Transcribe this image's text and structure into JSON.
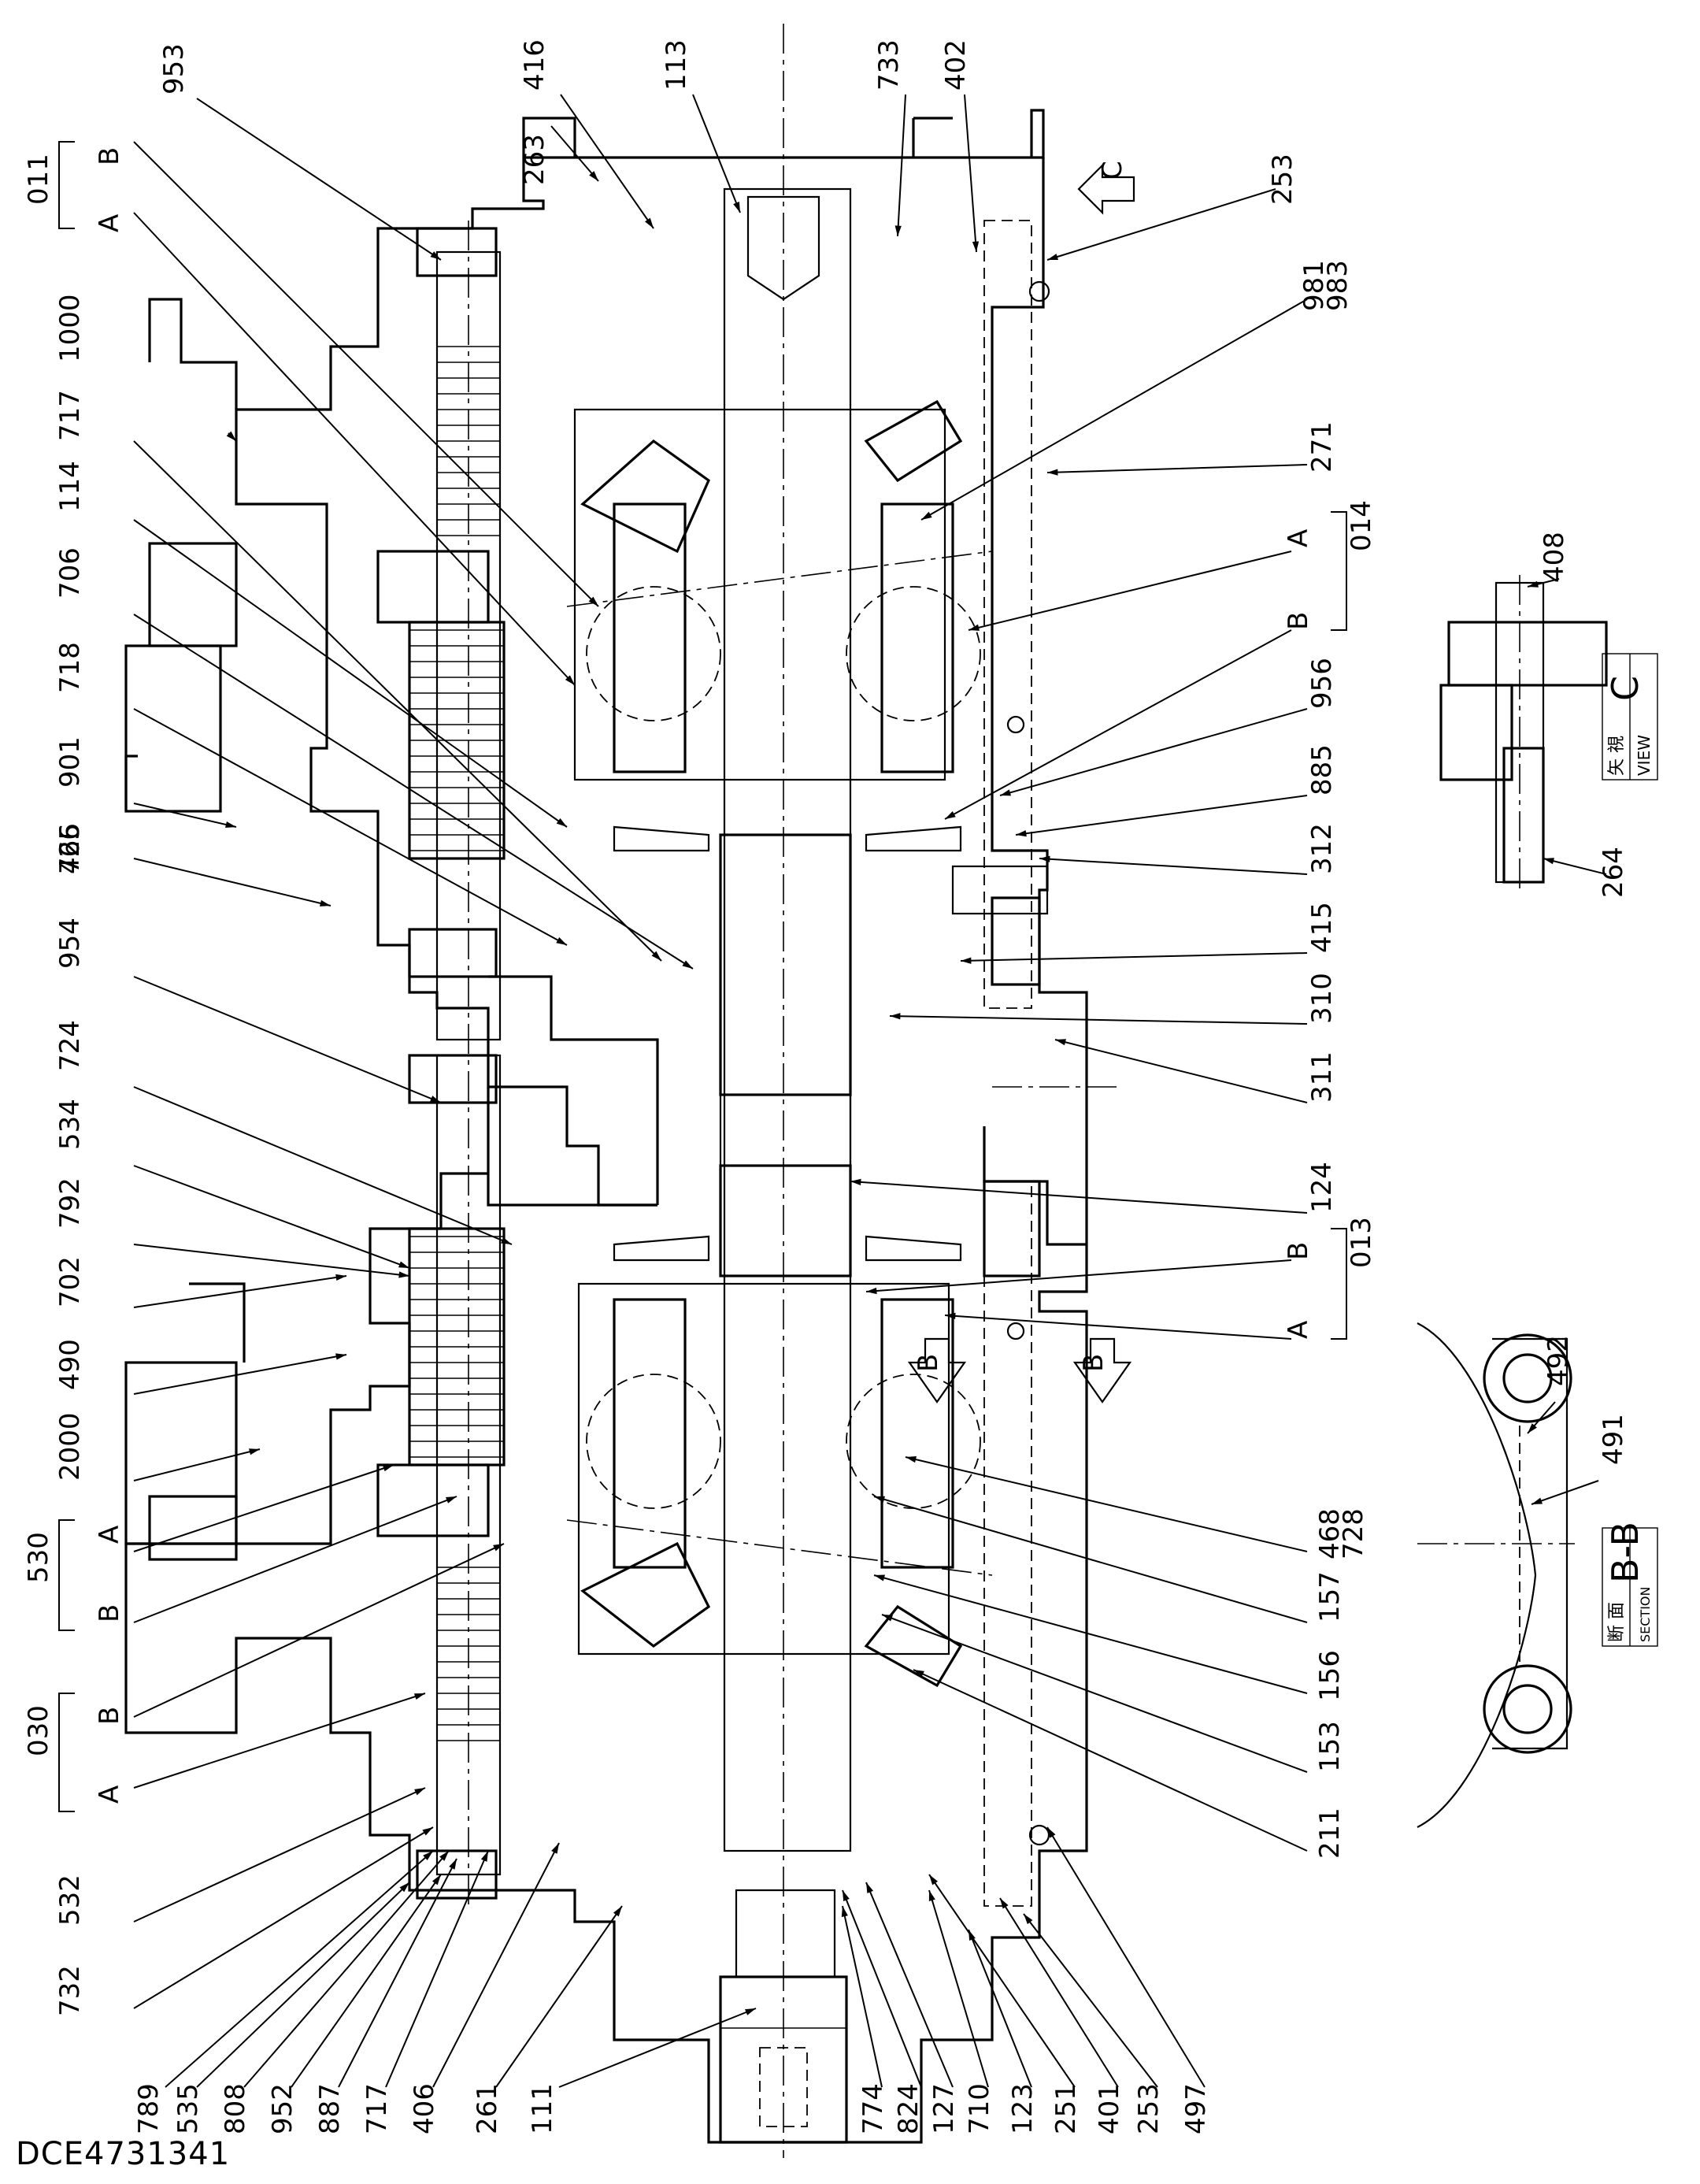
{
  "document_id": "DCE4731341",
  "callouts_left": [
    "953",
    "416",
    "263",
    "113",
    "733",
    "402",
    "011",
    "B",
    "A",
    "1000",
    "717",
    "114",
    "706",
    "718",
    "901",
    "466",
    "725",
    "954",
    "724",
    "534",
    "792",
    "702",
    "490",
    "2000",
    "530",
    "A",
    "B",
    "030",
    "B",
    "A",
    "532",
    "732",
    "789",
    "535",
    "808",
    "952",
    "887",
    "717",
    "406",
    "261",
    "111",
    "774",
    "824",
    "127",
    "710",
    "123",
    "251",
    "401",
    "253",
    "497"
  ],
  "callouts_right": [
    "253",
    "981",
    "983",
    "271",
    "A",
    "014",
    "B",
    "956",
    "885",
    "312",
    "415",
    "310",
    "311",
    "124",
    "B",
    "013",
    "A",
    "468",
    "728",
    "157",
    "156",
    "153",
    "211"
  ],
  "view_c": {
    "caption_jp": "矢 視",
    "caption_en": "VIEW",
    "letter": "C",
    "callouts": [
      "408",
      "264"
    ]
  },
  "section_bb": {
    "caption_jp": "断 面",
    "caption_en": "SECTION",
    "title": "B-B",
    "callouts": [
      "492",
      "491"
    ]
  },
  "section_markers": {
    "c_arrow": "C",
    "b_arrow": "B",
    "b_arrow_2": "B"
  }
}
